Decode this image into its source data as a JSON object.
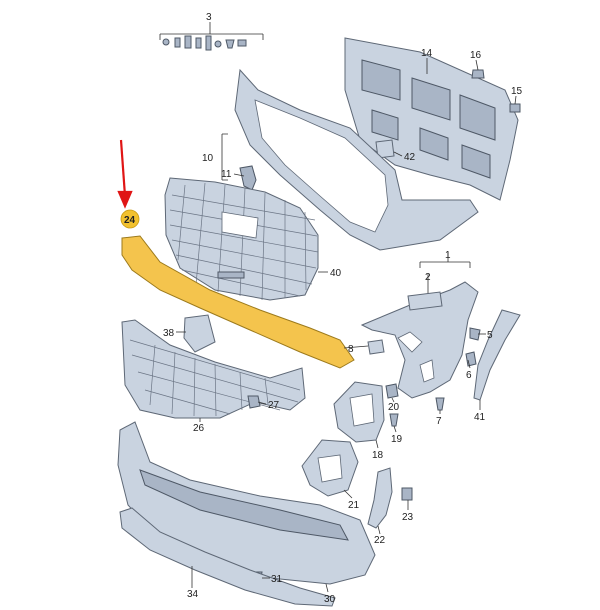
{
  "diagram": {
    "highlighted_part": "24",
    "callouts": [
      "3",
      "14",
      "16",
      "15",
      "10",
      "42",
      "11",
      "40",
      "24",
      "1",
      "2",
      "38",
      "8",
      "5",
      "6",
      "27",
      "20",
      "7",
      "41",
      "26",
      "19",
      "18",
      "21",
      "23",
      "22",
      "31",
      "34",
      "30"
    ]
  }
}
